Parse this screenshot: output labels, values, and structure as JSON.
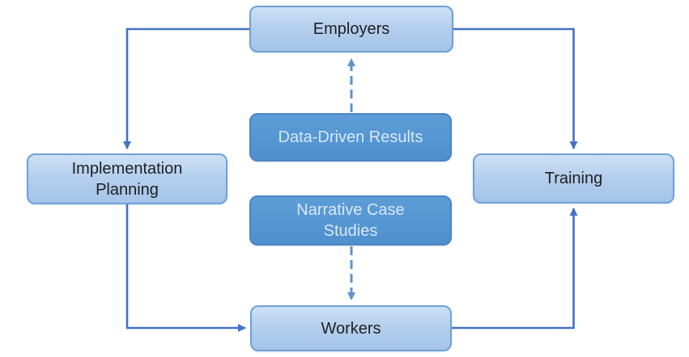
{
  "diagram": {
    "title": "",
    "nodes": {
      "employers": {
        "label": "Employers",
        "style": "light"
      },
      "implementation_planning": {
        "label": "Implementation Planning",
        "style": "light"
      },
      "training": {
        "label": "Training",
        "style": "light"
      },
      "data_driven_results": {
        "label": "Data-Driven Results",
        "style": "dark"
      },
      "narrative_case_studies": {
        "label": "Narrative Case Studies",
        "style": "dark"
      },
      "workers": {
        "label": "Workers",
        "style": "light"
      }
    },
    "edges": [
      {
        "from": "employers",
        "to": "implementation_planning",
        "style": "solid",
        "arrow": "into-implementation-planning-top"
      },
      {
        "from": "employers",
        "to": "training",
        "style": "solid",
        "arrow": "into-training-top"
      },
      {
        "from": "implementation_planning",
        "to": "workers",
        "style": "solid",
        "arrow": "into-workers-left"
      },
      {
        "from": "workers",
        "to": "training",
        "style": "solid",
        "arrow": "into-training-bottom"
      },
      {
        "from": "data_driven_results",
        "to": "employers",
        "style": "dashed",
        "arrow": "into-employers-bottom"
      },
      {
        "from": "narrative_case_studies",
        "to": "workers",
        "style": "dashed",
        "arrow": "into-workers-top"
      }
    ],
    "colors": {
      "light_node_fill_top": "#CDE1F5",
      "light_node_fill_bottom": "#A4C4E8",
      "light_node_border": "#6FA1D6",
      "light_node_text": "#1F1F1F",
      "dark_node_fill_top": "#5D9CD6",
      "dark_node_fill_bottom": "#4F8FCB",
      "dark_node_border": "#4A86C5",
      "dark_node_text": "#D9E7F7",
      "solid_connector": "#4472C4",
      "dashed_connector": "#5E93CE",
      "background": "#FFFFFF"
    }
  }
}
